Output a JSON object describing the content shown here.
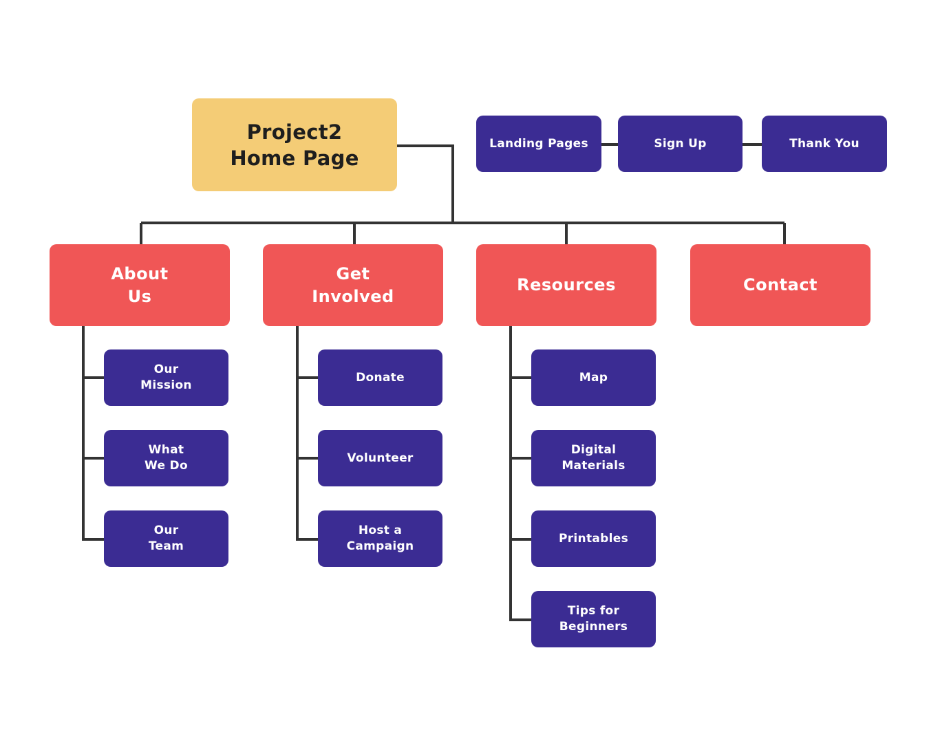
{
  "colors": {
    "root": "#f4cc76",
    "root_text": "#1e1e1e",
    "section": "#f05656",
    "page": "#3b2c93",
    "line": "#333333"
  },
  "root": {
    "label": "Project2\nHome Page"
  },
  "landing_flow": [
    {
      "label": "Landing Pages"
    },
    {
      "label": "Sign Up"
    },
    {
      "label": "Thank You"
    }
  ],
  "sections": [
    {
      "label": "About\nUs",
      "children": [
        {
          "label": "Our\nMission"
        },
        {
          "label": "What\nWe Do"
        },
        {
          "label": "Our\nTeam"
        }
      ]
    },
    {
      "label": "Get\nInvolved",
      "children": [
        {
          "label": "Donate"
        },
        {
          "label": "Volunteer"
        },
        {
          "label": "Host a\nCampaign"
        }
      ]
    },
    {
      "label": "Resources",
      "children": [
        {
          "label": "Map"
        },
        {
          "label": "Digital\nMaterials"
        },
        {
          "label": "Printables"
        },
        {
          "label": "Tips for\nBeginners"
        }
      ]
    },
    {
      "label": "Contact",
      "children": []
    }
  ]
}
